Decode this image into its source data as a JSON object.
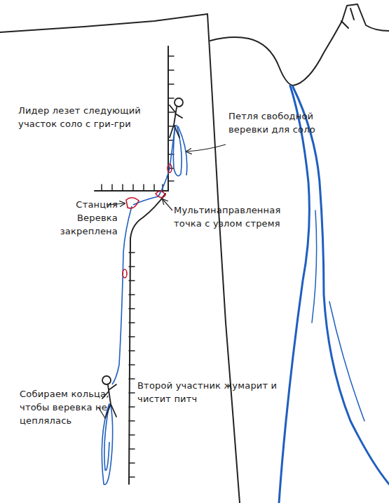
{
  "diagram": {
    "labels": [
      "Лидер лезет следующий участок соло с гри-гри",
      "Петля свободной веревки для соло",
      "Станция Веревка закреплена",
      "Мультинаправленная точка с узлом стремя",
      "Собираем кольца, чтобы веревка не цеплялась",
      "Второй участник жумарит и чистит питч"
    ]
  }
}
